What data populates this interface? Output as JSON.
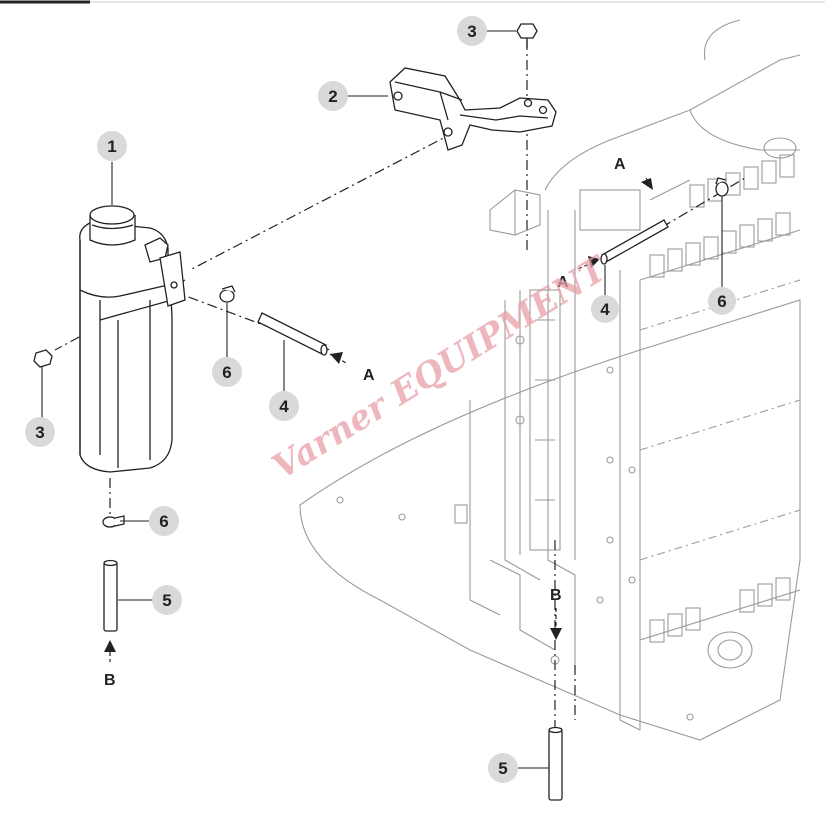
{
  "callouts": [
    {
      "id": "c1",
      "label": "1"
    },
    {
      "id": "c2",
      "label": "2"
    },
    {
      "id": "c3a",
      "label": "3"
    },
    {
      "id": "c3b",
      "label": "3"
    },
    {
      "id": "c4a",
      "label": "4"
    },
    {
      "id": "c4b",
      "label": "4"
    },
    {
      "id": "c5a",
      "label": "5"
    },
    {
      "id": "c5b",
      "label": "5"
    },
    {
      "id": "c6a",
      "label": "6"
    },
    {
      "id": "c6b",
      "label": "6"
    },
    {
      "id": "c6c",
      "label": "6"
    }
  ],
  "letters": {
    "a1": "A",
    "a2": "A",
    "a3": "A",
    "b1": "B",
    "b2": "B"
  },
  "watermark": {
    "text": "Varner EQUIPMENT",
    "color": "#e8a0a8"
  },
  "colors": {
    "line": "#222222",
    "ghost": "#9a9a9a",
    "callout_fill": "#d9d9d9"
  }
}
